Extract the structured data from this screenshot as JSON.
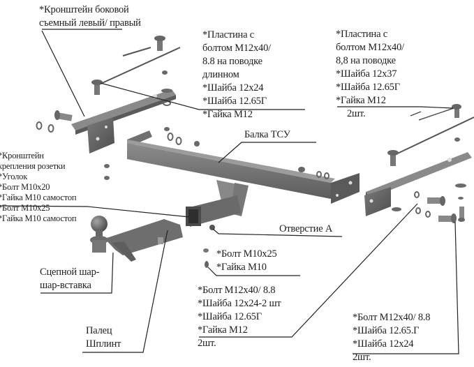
{
  "diagram": {
    "title": "Towbar assembly exploded view",
    "colors": {
      "part": "#6e6e6e",
      "part_dark": "#4a4a4a",
      "part_light": "#9a9a9a",
      "leader": "#222222"
    }
  },
  "labels": {
    "side_bracket": [
      "*Кронштейн боковой",
      "съемный левый/ правый"
    ],
    "plate_long": [
      "*Пластина с",
      "болтом М12х40/",
      "8.8 на поводке",
      "длинном",
      "*Шайба 12х24",
      "*Шайба 12.65Г",
      "*Гайка М12"
    ],
    "plate_right": [
      "*Пластина с",
      "болтом М12х40/",
      "8,8 на поводке",
      "*Шайба 12х37",
      "*Шайба 12.65Г",
      "*Гайка М12",
      "2шт."
    ],
    "socket_bracket": [
      "*Кронштейн",
      "крепления розетки",
      "*Уголок",
      "*Болт М10х20",
      "*Гайка М10 самостоп",
      "*Болт М10х25",
      "*Гайка М10 самостоп"
    ],
    "beam": "Балка ТСУ",
    "hole_a": "Отверстие А",
    "bolt_m10": [
      "*Болт М10х25",
      "*Гайка М10"
    ],
    "tow_ball": [
      "Сцепной шар-",
      "шар-вставка"
    ],
    "pin": [
      "Палец",
      "Шплинт"
    ],
    "bolt_center": [
      "*Болт М12х40/ 8.8",
      "*Шайба 12х24-2 шт",
      "*Шайба 12.65Г",
      "*Гайка М12",
      "2шт."
    ],
    "bolt_right": [
      "*Болт М12х40/ 8.8",
      "*Шайба 12.65.Г",
      "*Шайба 12х24",
      "2шт."
    ]
  }
}
